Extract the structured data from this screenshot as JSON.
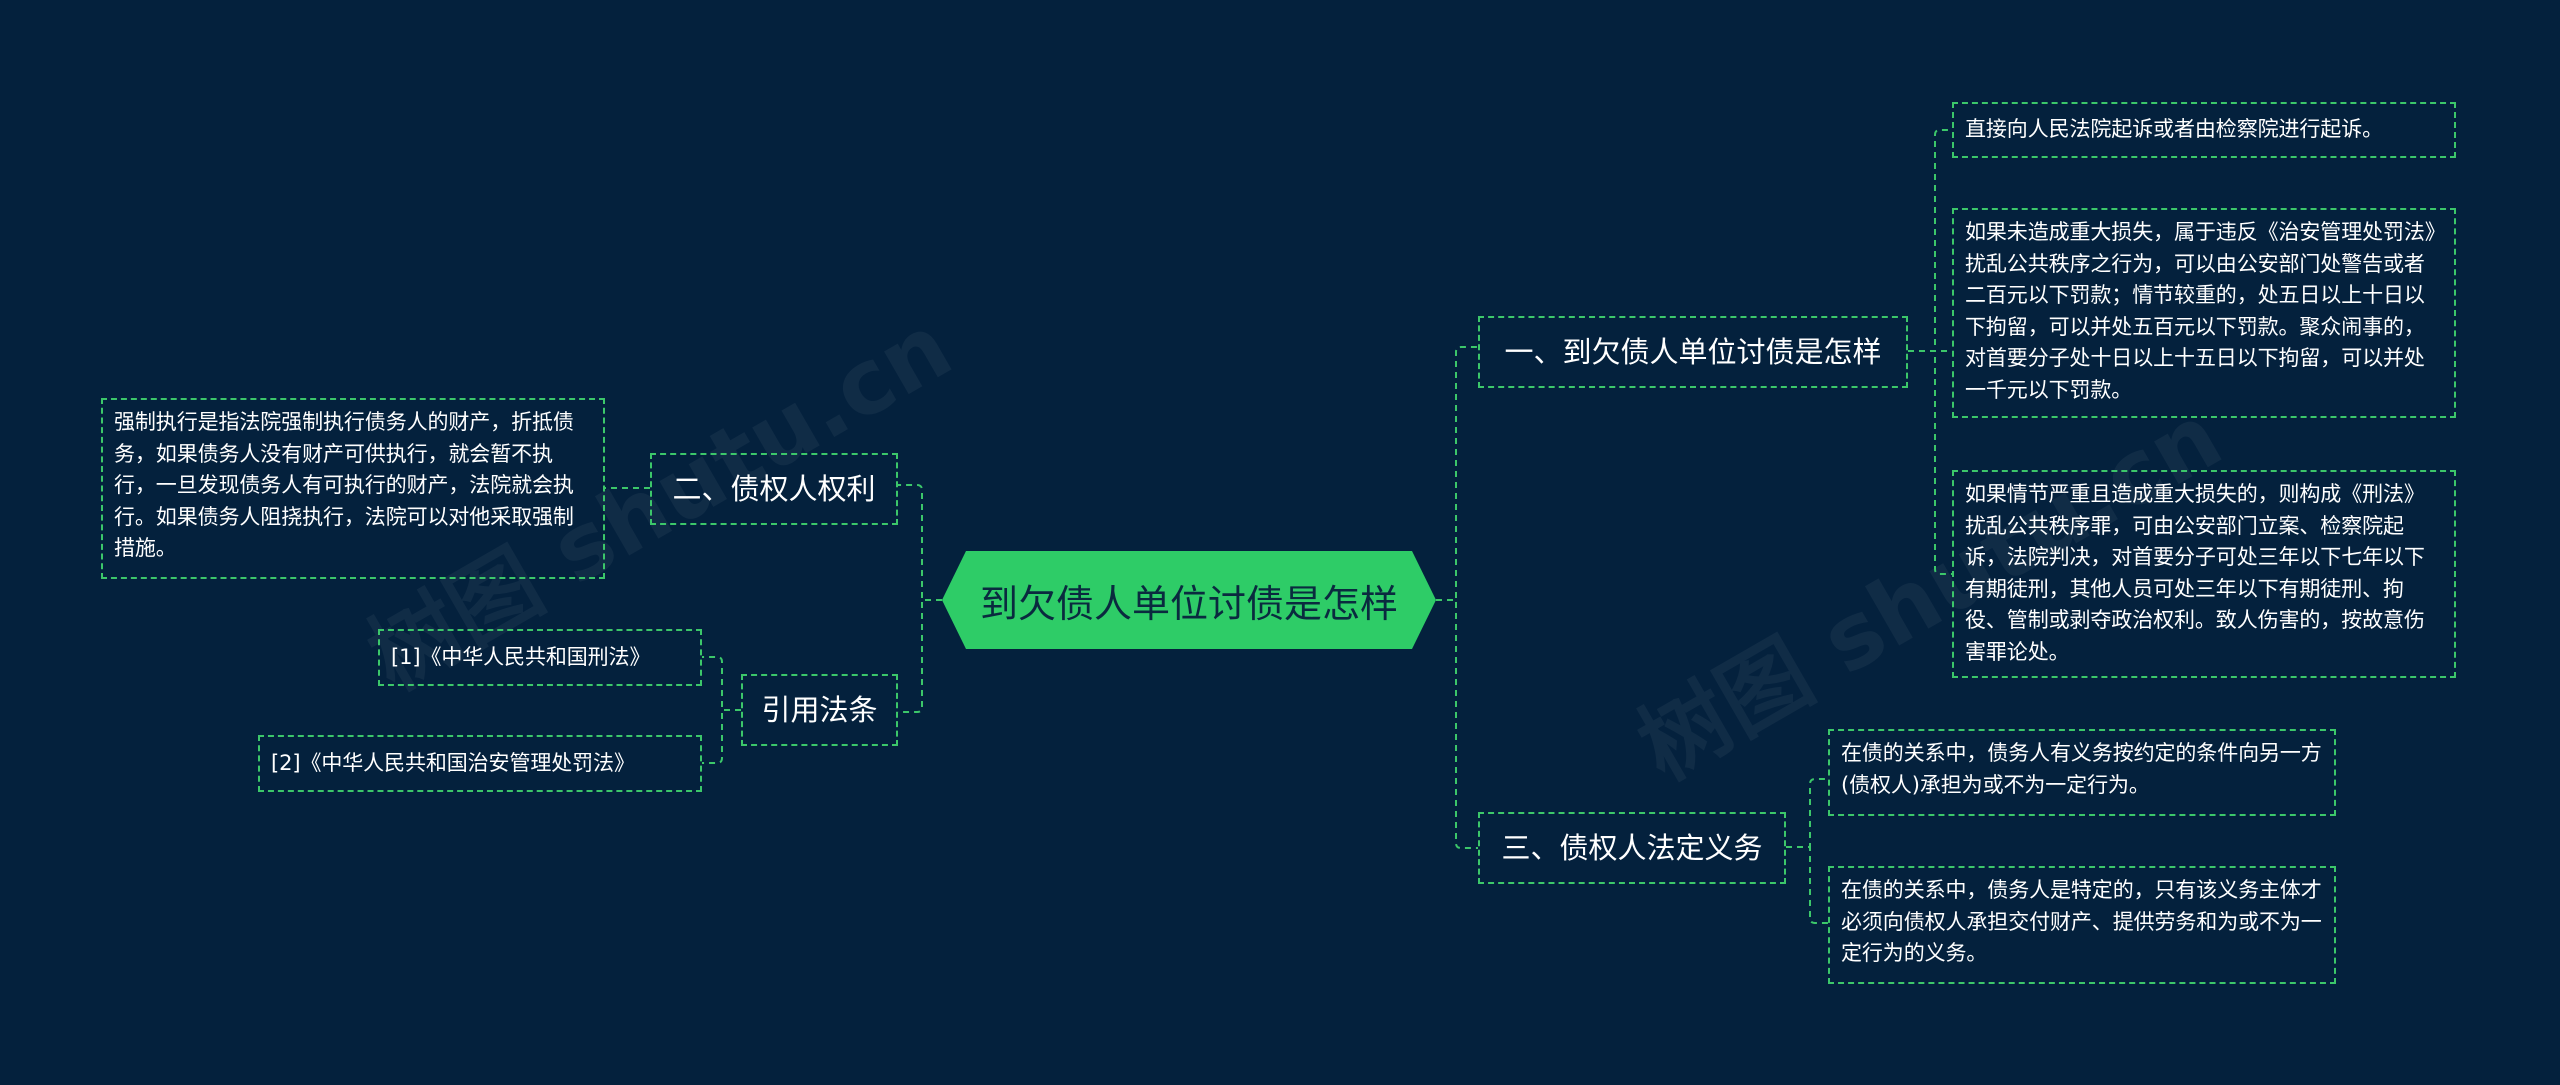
{
  "root": {
    "label": "到欠债人单位讨债是怎样"
  },
  "branches": {
    "b1": {
      "label": "一、到欠债人单位讨债是怎样"
    },
    "b2": {
      "label": "二、债权人权利"
    },
    "b3": {
      "label": "三、债权人法定义务"
    },
    "b4": {
      "label": "引用法条"
    }
  },
  "leaves": {
    "b1_1": "直接向人民法院起诉或者由检察院进行起诉。",
    "b1_2": "如果未造成重大损失，属于违反《治安管理处罚法》扰乱公共秩序之行为，可以由公安部门处警告或者二百元以下罚款；情节较重的，处五日以上十日以下拘留，可以并处五百元以下罚款。聚众闹事的，对首要分子处十日以上十五日以下拘留，可以并处一千元以下罚款。",
    "b1_3": "如果情节严重且造成重大损失的，则构成《刑法》扰乱公共秩序罪，可由公安部门立案、检察院起诉，法院判决，对首要分子可处三年以下七年以下有期徒刑，其他人员可处三年以下有期徒刑、拘役、管制或剥夺政治权利。致人伤害的，按故意伤害罪论处。",
    "b2_1": "强制执行是指法院强制执行债务人的财产，折抵债务，如果债务人没有财产可供执行，就会暂不执行，一旦发现债务人有可执行的财产，法院就会执行。如果债务人阻挠执行，法院可以对他采取强制措施。",
    "b3_1": "在债的关系中，债务人有义务按约定的条件向另一方(债权人)承担为或不为一定行为。",
    "b3_2": "在债的关系中，债务人是特定的，只有该义务主体才必须向债权人承担交付财产、提供劳务和为或不为一定行为的义务。",
    "b4_1": "[1]《中华人民共和国刑法》",
    "b4_2": "[2]《中华人民共和国治安管理处罚法》"
  },
  "watermark": "树图 shutu.cn",
  "colors": {
    "background": "#04213d",
    "accent": "#2ecc67",
    "line": "#3cc76a",
    "text": "#ffffff"
  }
}
